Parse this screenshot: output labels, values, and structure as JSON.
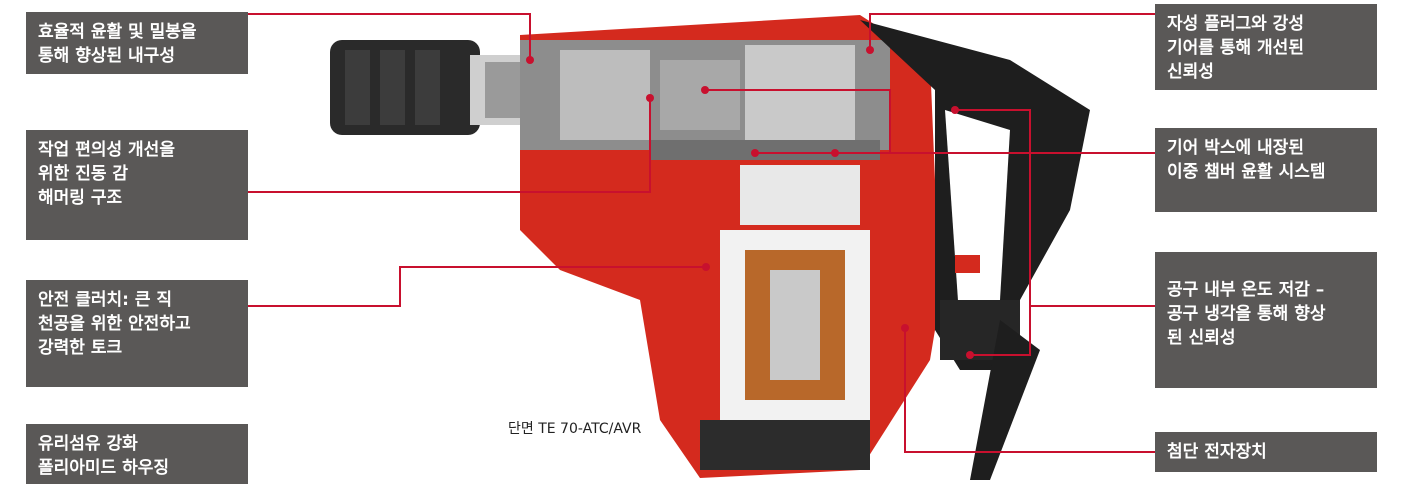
{
  "callouts": {
    "left": [
      {
        "id": "lubrication",
        "text": "효율적 윤활 및 밀봉을\n통해 향상된 내구성"
      },
      {
        "id": "vibration",
        "text": "작업 편의성 개선을\n위한 진동 감\n해머링 구조"
      },
      {
        "id": "clutch",
        "text": "안전 클러치: 큰 직\n천공을 위한 안전하고\n강력한 토크"
      },
      {
        "id": "housing",
        "text": "유리섬유 강화\n폴리아미드 하우징"
      }
    ],
    "right": [
      {
        "id": "magnetic",
        "text": "자성 플러그와 강성\n기어를 통해 개선된\n신뢰성"
      },
      {
        "id": "gearbox",
        "text": "기어 박스에 내장된\n이중 챔버 윤활 시스템"
      },
      {
        "id": "cooling",
        "text": "공구 내부 온도 저감 –\n공구 냉각을 통해 향상\n된 신뢰성"
      },
      {
        "id": "electronics",
        "text": "첨단 전자장치"
      }
    ]
  },
  "caption": "단면 TE 70-ATC/AVR",
  "colors": {
    "box": "#5a5857",
    "leader": "#c8102e",
    "tool_red": "#d42a1e",
    "tool_black": "#1e1e1e"
  }
}
